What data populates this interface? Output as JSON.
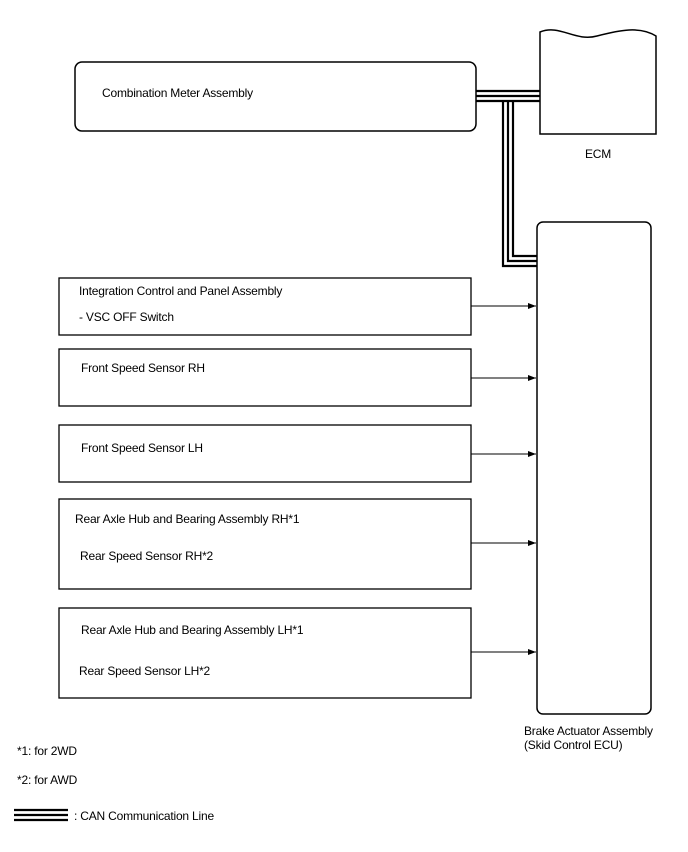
{
  "combination_meter": {
    "label": "Combination Meter Assembly"
  },
  "ecm": {
    "label": "ECM"
  },
  "integration_panel": {
    "line1": "Integration Control and Panel Assembly",
    "line2": "- VSC OFF Switch"
  },
  "front_sensor_rh": {
    "label": "Front Speed Sensor RH"
  },
  "front_sensor_lh": {
    "label": "Front Speed Sensor LH"
  },
  "rear_rh": {
    "line1": "Rear Axle Hub and Bearing Assembly RH*1",
    "line2": "Rear Speed Sensor RH*2"
  },
  "rear_lh": {
    "line1": "Rear Axle Hub and Bearing Assembly LH*1",
    "line2": "Rear Speed Sensor LH*2"
  },
  "brake_actuator": {
    "line1": "Brake Actuator Assembly",
    "line2": "(Skid Control ECU)"
  },
  "footnotes": {
    "note1": "*1: for 2WD",
    "note2": "*2: for AWD"
  },
  "legend": {
    "can_label": ": CAN Communication Line"
  }
}
